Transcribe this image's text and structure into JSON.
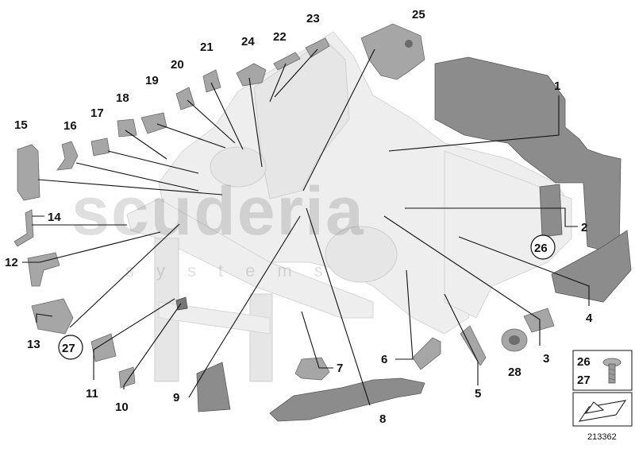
{
  "callouts": [
    {
      "id": "1",
      "label": "1"
    },
    {
      "id": "2",
      "label": "2"
    },
    {
      "id": "3",
      "label": "3"
    },
    {
      "id": "4",
      "label": "4"
    },
    {
      "id": "5",
      "label": "5"
    },
    {
      "id": "6",
      "label": "6"
    },
    {
      "id": "7",
      "label": "7"
    },
    {
      "id": "8",
      "label": "8"
    },
    {
      "id": "9",
      "label": "9"
    },
    {
      "id": "10",
      "label": "10"
    },
    {
      "id": "11",
      "label": "11"
    },
    {
      "id": "12",
      "label": "12"
    },
    {
      "id": "13",
      "label": "13"
    },
    {
      "id": "14",
      "label": "14"
    },
    {
      "id": "15",
      "label": "15"
    },
    {
      "id": "16",
      "label": "16"
    },
    {
      "id": "17",
      "label": "17"
    },
    {
      "id": "18",
      "label": "18"
    },
    {
      "id": "19",
      "label": "19"
    },
    {
      "id": "20",
      "label": "20"
    },
    {
      "id": "21",
      "label": "21"
    },
    {
      "id": "22",
      "label": "22"
    },
    {
      "id": "23",
      "label": "23"
    },
    {
      "id": "24",
      "label": "24"
    },
    {
      "id": "25",
      "label": "25"
    },
    {
      "id": "26",
      "label": "26"
    },
    {
      "id": "27",
      "label": "27"
    },
    {
      "id": "28",
      "label": "28"
    }
  ],
  "legend_box": {
    "line1": "26",
    "line2": "27"
  },
  "watermark": {
    "main": "scuderia",
    "sub": "systems"
  },
  "reference_number": "213362"
}
